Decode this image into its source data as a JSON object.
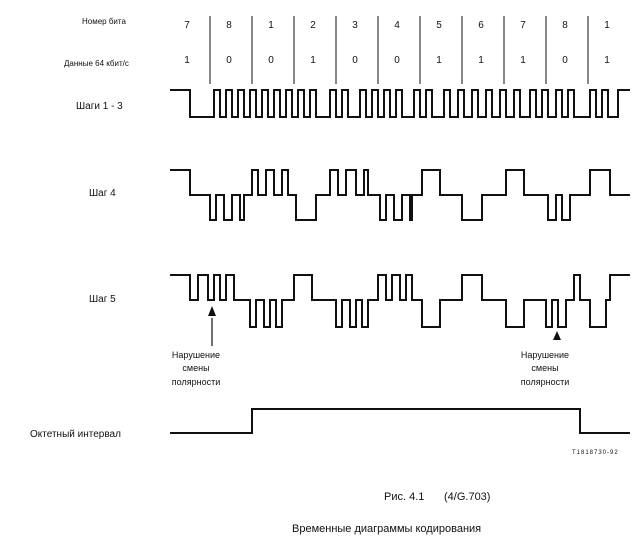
{
  "labels": {
    "bit_number": "Номер бита",
    "data_rate": "Данные 64 кбит/с",
    "step_1_3": "Шаги 1 - 3",
    "step_4": "Шаг 4",
    "step_5": "Шаг 5",
    "octet_interval": "Октетный интервал"
  },
  "bit_numbers": [
    "7",
    "8",
    "1",
    "2",
    "3",
    "4",
    "5",
    "6",
    "7",
    "8",
    "1"
  ],
  "data_bits": [
    "1",
    "0",
    "0",
    "1",
    "0",
    "0",
    "1",
    "1",
    "1",
    "0",
    "1"
  ],
  "violations": [
    {
      "lines": [
        "Нарушение",
        "смены",
        "полярности"
      ]
    },
    {
      "lines": [
        "Нарушение",
        "смены",
        "полярности"
      ]
    }
  ],
  "reference_code": "T1818730-92",
  "figure": {
    "number": "Рис.   4.1",
    "source": "(4/G.703)",
    "title": "Временные диаграммы кодирования"
  }
}
